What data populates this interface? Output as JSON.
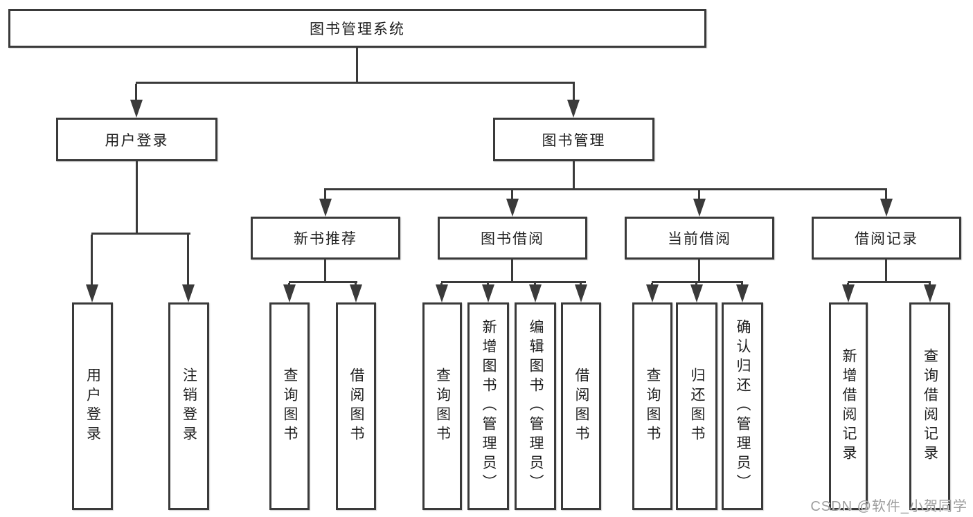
{
  "diagram": {
    "title": "图书管理系统",
    "colors": {
      "line": "#3a3a3a",
      "text": "#1f1f1f",
      "background": "#ffffff",
      "watermark_text_color": "#9e9e9e"
    },
    "root": {
      "label": "图书管理系统"
    },
    "level1": {
      "user_login": {
        "label": "用户登录"
      },
      "book_management": {
        "label": "图书管理"
      }
    },
    "level2": {
      "new_book_recommend": {
        "label": "新书推荐"
      },
      "book_borrow": {
        "label": "图书借阅"
      },
      "current_borrow": {
        "label": "当前借阅"
      },
      "borrow_records": {
        "label": "借阅记录"
      }
    },
    "leaves": {
      "user_login_group": [
        "用户登录",
        "注销登录"
      ],
      "new_book_group": [
        "查询图书",
        "借阅图书"
      ],
      "book_borrow_group": [
        "查询图书",
        "新增图书（管理员）",
        "编辑图书（管理员）",
        "借阅图书"
      ],
      "current_borrow_group": [
        "查询图书",
        "归还图书",
        "确认归还（管理员）"
      ],
      "borrow_record_group": [
        "新增借阅记录",
        "查询借阅记录"
      ]
    },
    "watermark": "CSDN @软件_小贺同学"
  }
}
